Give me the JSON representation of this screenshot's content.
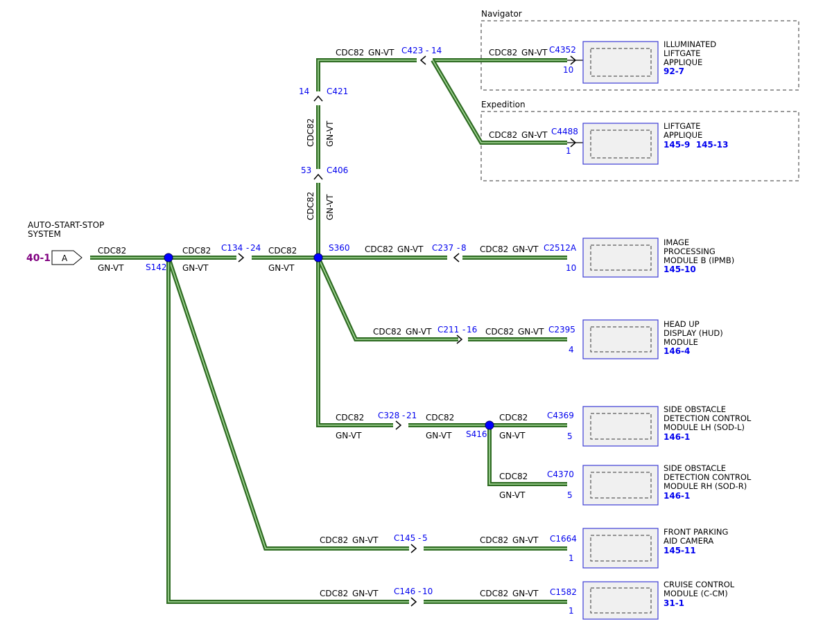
{
  "wire": {
    "circuit": "CDC82",
    "color_code": "GN-VT"
  },
  "colors": {
    "wire_dark": "#2e6b22",
    "wire_light": "#a7d99a",
    "connector_blue": "#0000ee",
    "splice_fill": "#0000ff",
    "reference_purple": "#800080",
    "component_border": "#3b3bd6",
    "component_fill": "#f0f0f0"
  },
  "source": {
    "label_line1": "AUTO-START-STOP",
    "label_line2": "SYSTEM",
    "ref": "40-1",
    "pin": "A"
  },
  "splices": [
    "S142",
    "S360",
    "S416"
  ],
  "inline_connectors": [
    {
      "id": "C134",
      "pin": "24"
    },
    {
      "id": "C406",
      "pin": "53"
    },
    {
      "id": "C421",
      "pin": "14"
    },
    {
      "id": "C423",
      "pin": "14"
    },
    {
      "id": "C237",
      "pin": "8"
    },
    {
      "id": "C211",
      "pin": "16"
    },
    {
      "id": "C328",
      "pin": "21"
    },
    {
      "id": "C145",
      "pin": "5"
    },
    {
      "id": "C146",
      "pin": "10"
    }
  ],
  "option_groups": [
    {
      "title": "Navigator"
    },
    {
      "title": "Expedition"
    }
  ],
  "components": [
    {
      "key": "illuminated-liftgate-applique",
      "lines": [
        "ILLUMINATED",
        "LIFTGATE",
        "APPLIQUE"
      ],
      "refs": "92-7",
      "connector": "C4352",
      "pin": "10"
    },
    {
      "key": "liftgate-applique",
      "lines": [
        "LIFTGATE",
        "APPLIQUE"
      ],
      "refs": "145-9  145-13",
      "connector": "C4488",
      "pin": "1"
    },
    {
      "key": "ipmb",
      "lines": [
        "IMAGE",
        "PROCESSING",
        "MODULE B (IPMB)"
      ],
      "refs": "145-10",
      "connector": "C2512A",
      "pin": "10"
    },
    {
      "key": "hud",
      "lines": [
        "HEAD UP",
        "DISPLAY (HUD)",
        "MODULE"
      ],
      "refs": "146-4",
      "connector": "C2395",
      "pin": "4"
    },
    {
      "key": "sod-l",
      "lines": [
        "SIDE OBSTACLE",
        "DETECTION CONTROL",
        "MODULE LH (SOD-L)"
      ],
      "refs": "146-1",
      "connector": "C4369",
      "pin": "5"
    },
    {
      "key": "sod-r",
      "lines": [
        "SIDE OBSTACLE",
        "DETECTION CONTROL",
        "MODULE RH (SOD-R)"
      ],
      "refs": "146-1",
      "connector": "C4370",
      "pin": "5"
    },
    {
      "key": "front-parking-aid-camera",
      "lines": [
        "FRONT PARKING",
        "AID CAMERA"
      ],
      "refs": "145-11",
      "connector": "C1664",
      "pin": "1"
    },
    {
      "key": "cruise-control-module",
      "lines": [
        "CRUISE CONTROL",
        "MODULE (C-CM)"
      ],
      "refs": "31-1",
      "connector": "C1582",
      "pin": "1"
    }
  ]
}
